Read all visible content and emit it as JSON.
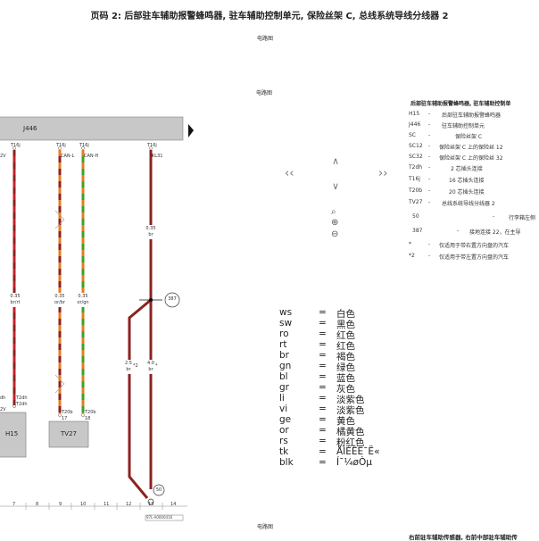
{
  "title": "页码 2: 后部驻车辅助报警蜂鸣器, 驻车辅助控制单元, 保险丝架 C, 总线系统导线分线器 2",
  "labels": {
    "diagram_top": "电路图",
    "diagram_mid": "电路图",
    "diagram_bottom": "电路图"
  },
  "legend": {
    "title": "后部驻车辅助报警蜂鸣器, 驻车辅助控制单",
    "items": [
      {
        "code": "H15",
        "desc": "后部驻车辅助报警蜂鸣器"
      },
      {
        "code": "J446",
        "desc": "驻车辅助控制单元"
      },
      {
        "code": "SC",
        "desc": "保险丝架 C"
      },
      {
        "code": "SC12",
        "desc": "保险丝架 C 上的保险丝 12"
      },
      {
        "code": "SC32",
        "desc": "保险丝架 C 上的保险丝 32"
      },
      {
        "code": "T2dh",
        "desc": "2 芯插头连接"
      },
      {
        "code": "T16j",
        "desc": "16 芯插头连接"
      },
      {
        "code": "T20b",
        "desc": "20 芯插头连接"
      },
      {
        "code": "TV27",
        "desc": "总线系统导线分线器 2"
      },
      {
        "code": "50",
        "desc": "行李箱左侧"
      },
      {
        "code": "387",
        "desc": "接地连接 22，在主导"
      },
      {
        "code": "*",
        "desc": "仅适用于带右置方向盘的汽车"
      },
      {
        "code": "*2",
        "desc": "仅适用于带左置方向盘的汽车"
      }
    ]
  },
  "colors": [
    {
      "abbr": "ws",
      "name": "白色"
    },
    {
      "abbr": "sw",
      "name": "黑色"
    },
    {
      "abbr": "ro",
      "name": "红色"
    },
    {
      "abbr": "rt",
      "name": "红色"
    },
    {
      "abbr": "br",
      "name": "褐色"
    },
    {
      "abbr": "gn",
      "name": "绿色"
    },
    {
      "abbr": "bl",
      "name": "蓝色"
    },
    {
      "abbr": "gr",
      "name": "灰色"
    },
    {
      "abbr": "li",
      "name": "淡紫色"
    },
    {
      "abbr": "vi",
      "name": "淡紫色"
    },
    {
      "abbr": "ge",
      "name": "黄色"
    },
    {
      "abbr": "or",
      "name": "橘黄色"
    },
    {
      "abbr": "rs",
      "name": "粉红色"
    },
    {
      "abbr": "tk",
      "name": "ÅÌÉÊË¯Ë«"
    },
    {
      "abbr": "blk",
      "name": "Í¯¼øÒµ"
    }
  ],
  "equals": "=",
  "diagram": {
    "j446_label": "J446",
    "h15_label": "H15",
    "tv27_label": "TV27",
    "pins": {
      "can_l": "CAN-L",
      "can_h": "CAN-H",
      "kl31": "KL31",
      "v2": "2V",
      "t16j_a": "T16j",
      "t16j_b": "T16j",
      "t16j_c": "T16j",
      "t16j_d": "T16j",
      "t2dh": "T2dh",
      "t2dh_2": "T2dh",
      "dh": "dh",
      "t20b_a": "T20b",
      "t20b_b": "T20b",
      "n17": "17",
      "n18": "18"
    },
    "wires": {
      "w1": "0.35",
      "w1c": "br/rt",
      "w2": "0.35",
      "w2c": "or/br",
      "w3": "0.35",
      "w3c": "or/gn",
      "w4": "0.35",
      "w4c": "br",
      "w5": "2.5",
      "w5c": "br",
      "w6": "4.0",
      "w6c": "br",
      "star2": "*2",
      "star": "*"
    },
    "grounds": {
      "g387": "387",
      "g50": "50"
    },
    "tracks": [
      "7",
      "8",
      "9",
      "10",
      "11",
      "12",
      "13",
      "14"
    ],
    "doc_code": "97L-A0000416"
  },
  "palette": {
    "red": "#c8222a",
    "orange": "#e87c1e",
    "green": "#3aa12b",
    "brown": "#8b2320",
    "box": "#c8c8c8"
  },
  "icons": {
    "right_arrow": "triangle-right-icon",
    "prev": "chevron-left-icon",
    "next": "chevron-right-icon",
    "up": "chevron-up-icon",
    "down": "chevron-down-icon",
    "zoom_fit": "zoom-fit-icon",
    "zoom_in": "zoom-in-icon",
    "zoom_out": "zoom-out-icon"
  }
}
